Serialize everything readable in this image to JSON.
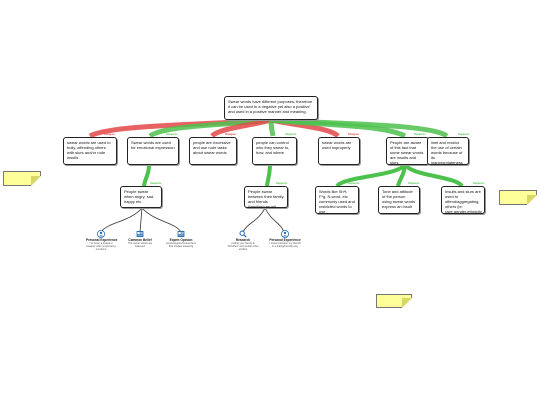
{
  "colors": {
    "agree": "#4cc14c",
    "disagree": "#e34848",
    "note": "#ffff99"
  },
  "root": {
    "text": "Swear words have different purposes, therefore it can be used in a negative yet also a positive and used in a positive manner and meaning."
  },
  "branches": [
    {
      "text": "swear words are used to bully, offending others with slurs and/or rude insults",
      "tag": "Disagree"
    },
    {
      "text": "Swear words are used for emotional expression",
      "tag": "Supports"
    },
    {
      "text": "people are excessive and use rude tasks about swear words",
      "tag": "Disagree"
    },
    {
      "text": "people can control who they swear to, how, and where",
      "tag": "Supports"
    },
    {
      "text": "swear words are used improperly",
      "tag": "Disagree"
    },
    {
      "text": "People are aware of this fact that some swear words are insults and slurs",
      "tag": "Supports"
    },
    {
      "text": "limit and restrict the use of certain words because of its inappropriateness",
      "tag": "Supports"
    }
  ],
  "sub_left": {
    "text": "People swear when angry, sad, happy etc",
    "tag": "Supports"
  },
  "sub_mid": {
    "text": "People swear between their family and friends (familiar/casual)",
    "tag": "Supports"
  },
  "sub_right": [
    {
      "text": "Words like Sh*t, F*g, N-word, etc commonly used and restricted words to use",
      "tag": "Supports"
    },
    {
      "text": "Tone and attitude of the person using swear words express an insult",
      "tag": "Supports"
    },
    {
      "text": "Insults and slurs are used to offend/aggregating, others (ie: race,gender,ethnicity etc.)",
      "tag": "Supports"
    }
  ],
  "evidence_left": [
    {
      "icon": "person-icon",
      "title": "Personal Experience",
      "sub": "I've been a frequent swearer when expressing emotions"
    },
    {
      "icon": "newspaper-icon",
      "title": "Common Belief",
      "sub": "The swear words are believed"
    },
    {
      "icon": "newspaper-icon",
      "title": "Expert Opinion",
      "sub": "psychologists/researchers that studies swearing"
    }
  ],
  "evidence_mid": [
    {
      "icon": "magnifier-icon",
      "title": "Research",
      "sub": "polling your family & \"Ricoffee\" and similar other studies"
    },
    {
      "icon": "person-icon",
      "title": "Personal Experience",
      "sub": "I swear between my friends in a joking/friendly way"
    }
  ]
}
